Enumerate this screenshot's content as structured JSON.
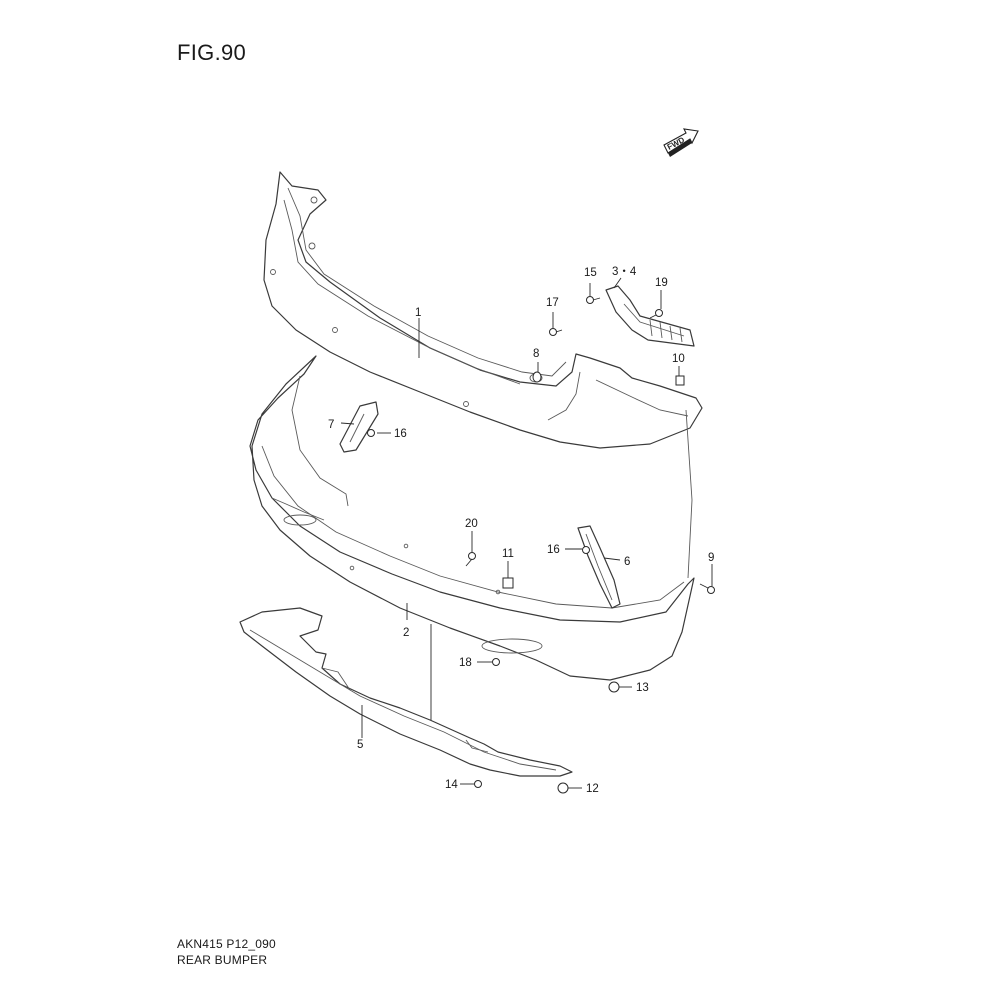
{
  "figure": {
    "title": "FIG.90",
    "code": "AKN415 P12_090",
    "name": "REAR BUMPER"
  },
  "orientation": {
    "label": "FWD",
    "icon": "fwd-arrow-icon"
  },
  "callouts": [
    {
      "id": "1",
      "label": "1"
    },
    {
      "id": "2",
      "label": "2"
    },
    {
      "id": "3-4",
      "label": "3・4"
    },
    {
      "id": "5",
      "label": "5"
    },
    {
      "id": "6",
      "label": "6"
    },
    {
      "id": "7",
      "label": "7"
    },
    {
      "id": "8",
      "label": "8"
    },
    {
      "id": "9",
      "label": "9"
    },
    {
      "id": "10",
      "label": "10"
    },
    {
      "id": "11",
      "label": "11"
    },
    {
      "id": "12",
      "label": "12"
    },
    {
      "id": "13",
      "label": "13"
    },
    {
      "id": "14",
      "label": "14"
    },
    {
      "id": "15",
      "label": "15"
    },
    {
      "id": "16a",
      "label": "16"
    },
    {
      "id": "16b",
      "label": "16"
    },
    {
      "id": "17",
      "label": "17"
    },
    {
      "id": "18",
      "label": "18"
    },
    {
      "id": "19",
      "label": "19"
    },
    {
      "id": "20",
      "label": "20"
    }
  ]
}
